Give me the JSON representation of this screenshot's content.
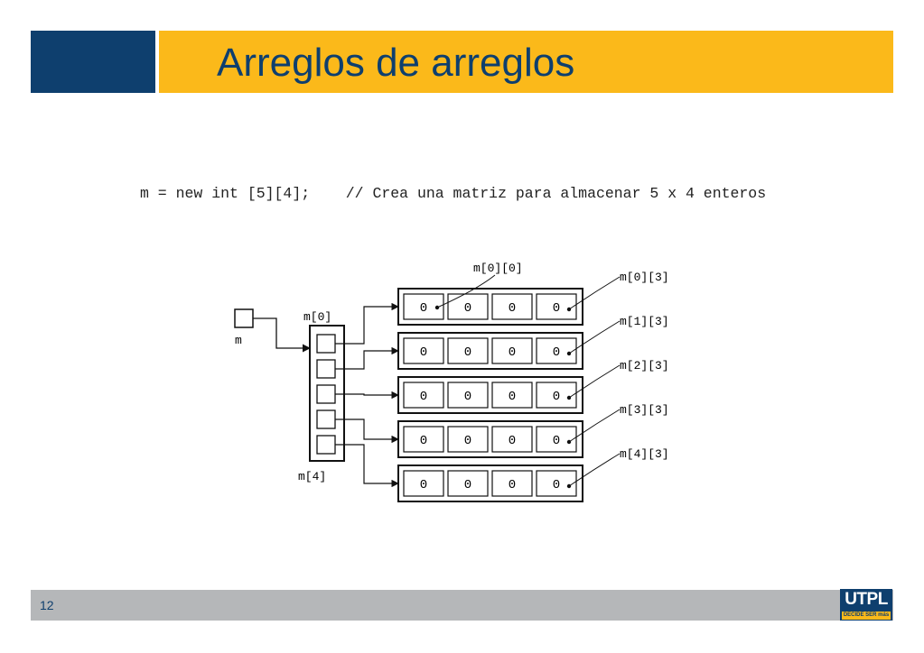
{
  "slide": {
    "title": "Arreglos de arreglos",
    "code_line": "m = new int [5][4];    // Crea una matriz para almacenar 5 x 4 enteros",
    "page_number": "12"
  },
  "diagram": {
    "var_label": "m",
    "col_top_label": "m[0]",
    "col_bottom_label": "m[4]",
    "top_cell_label": "m[0][0]",
    "row_cell_value": "0",
    "row_end_labels": [
      "m[0][3]",
      "m[1][3]",
      "m[2][3]",
      "m[3][3]",
      "m[4][3]"
    ],
    "rows": [
      [
        "0",
        "0",
        "0",
        "0"
      ],
      [
        "0",
        "0",
        "0",
        "0"
      ],
      [
        "0",
        "0",
        "0",
        "0"
      ],
      [
        "0",
        "0",
        "0",
        "0"
      ],
      [
        "0",
        "0",
        "0",
        "0"
      ]
    ]
  },
  "logo": {
    "name": "UTPL",
    "tagline": "DECIDE SER más"
  },
  "colors": {
    "brand_blue": "#0e3f6e",
    "brand_gold": "#fbb91a",
    "footer_gray": "#b5b7b9"
  }
}
